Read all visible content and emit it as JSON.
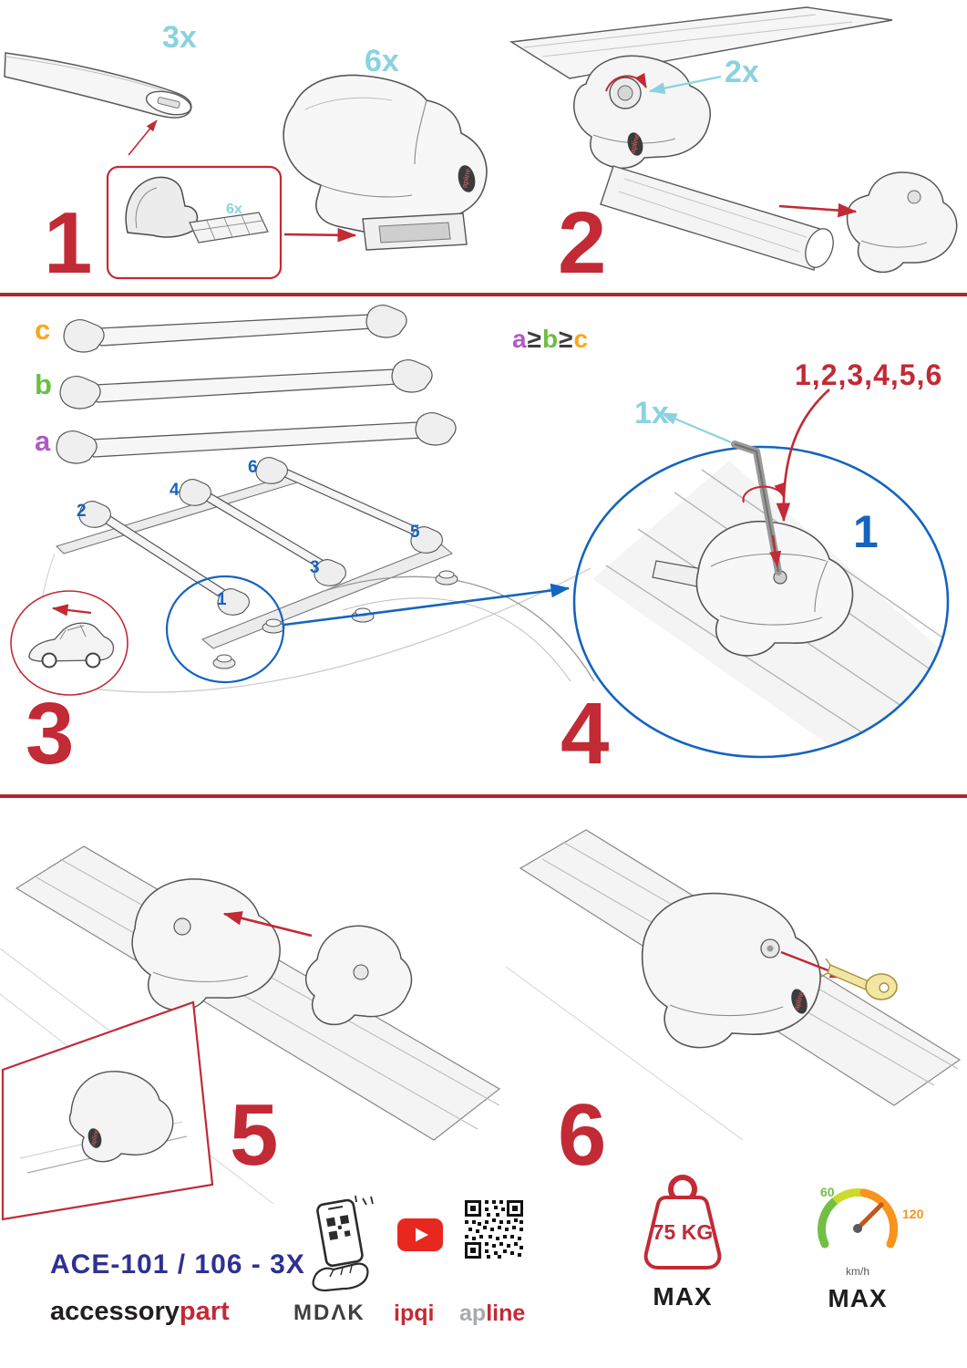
{
  "colors": {
    "red": "#c22a35",
    "cyan": "#8ad2e2",
    "blue": "#1464c0",
    "navy": "#2e3192",
    "orange": "#f7a81b",
    "green": "#6cbe45",
    "purple": "#b15ac4"
  },
  "brand_small": "apline",
  "step1": {
    "number": "1",
    "bar_qty": "3x",
    "foot_qty": "6x",
    "pad_qty": "6x"
  },
  "step2": {
    "number": "2",
    "knob_qty": "2x"
  },
  "step3": {
    "number": "3",
    "label_c": "c",
    "label_b": "b",
    "label_a": "a",
    "rule": {
      "a": "a",
      "gte1": "≥",
      "b": "b",
      "gte2": "≥",
      "c": "c"
    },
    "positions": {
      "p1": "1",
      "p2": "2",
      "p3": "3",
      "p4": "4",
      "p5": "5",
      "p6": "6"
    }
  },
  "step4": {
    "number": "4",
    "key_qty": "1x",
    "tighten_sequence": "1,2,3,4,5,6",
    "step_one": "1"
  },
  "step5": {
    "number": "5"
  },
  "step6": {
    "number": "6"
  },
  "footer": {
    "model": "ACE-101 / 106 - 3X",
    "accessory": "accessory",
    "part": "part",
    "mdak": "MDΛK",
    "ipqi": "ipqi",
    "ap": "ap",
    "line": "line",
    "weight_limit": "75 KG",
    "weight_max": "MAX",
    "speed_min": "60",
    "speed_max_value": "120",
    "speed_unit": "km/h",
    "speed_max": "MAX"
  },
  "icons": {
    "scan-qr-phone-icon": "hand holding phone scanning QR",
    "youtube-icon": "▶",
    "qr-code-icon": "QR code",
    "max-weight-icon": "kettlebell weight",
    "max-speed-icon": "speedometer",
    "allen-key-icon": "L hex key",
    "key-icon": "lock key"
  }
}
